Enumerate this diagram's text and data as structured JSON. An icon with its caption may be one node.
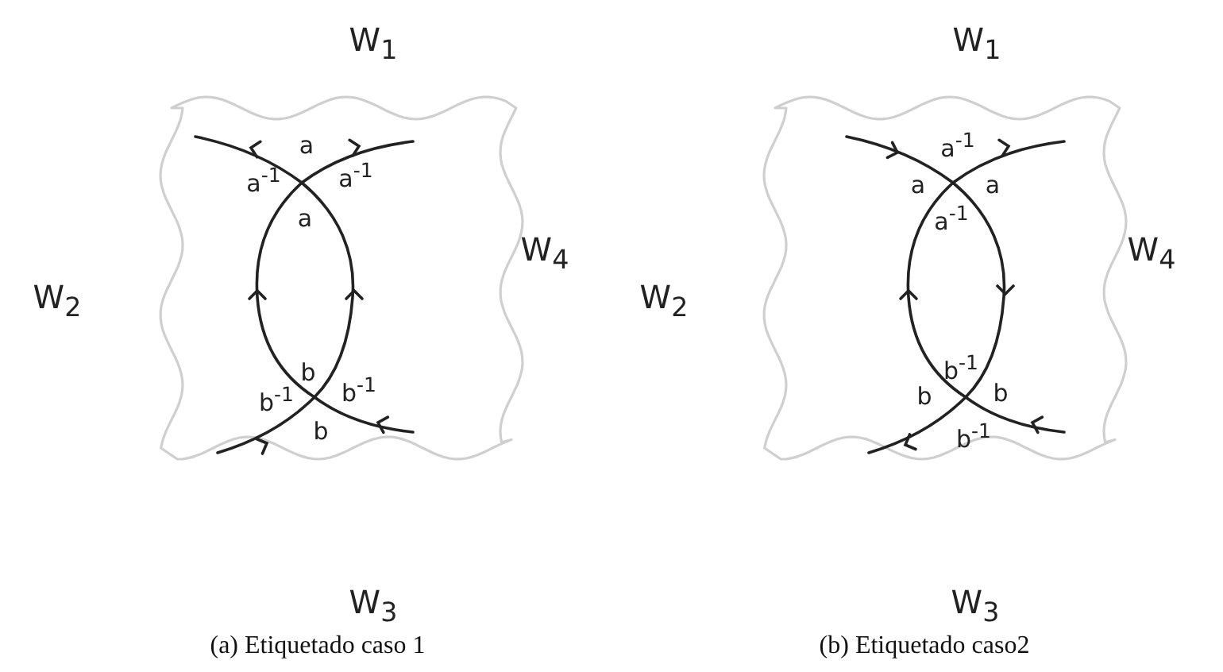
{
  "diagram": {
    "labels": [
      "W$_{1}$",
      "a",
      "a$^{-1}$",
      "a$^{-1}$",
      "a",
      "W$_{2}$",
      "W$_{4}$",
      "b",
      "b$^{-1}$",
      "b$^{-1}$",
      "b",
      "W$_{3}$",
      "(a) Etiquetado caso 1",
      "W$_{1}$",
      "a$^{-1}$",
      "a",
      "a",
      "a$^{-1}$",
      "W$_{2}$",
      "W$_{4}$",
      "b$^{-1}$",
      "b",
      "b",
      "b$^{-1}$",
      "W$_{3}$",
      "(b) Etiquetado caso2"
    ]
  }
}
